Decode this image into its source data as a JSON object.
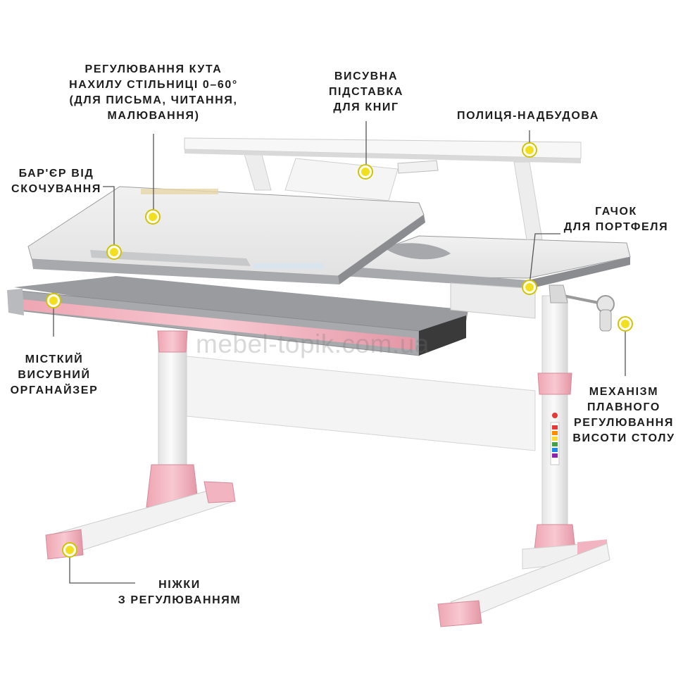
{
  "watermark": "mebel-topik.com.ua",
  "colors": {
    "pink": "#f4b6c2",
    "pink_dark": "#e89aa9",
    "gray": "#a8a9ac",
    "gray_dark": "#8b8c8f",
    "white": "#f3f3f3",
    "marker": "#f2e01e",
    "leader": "#555555"
  },
  "callouts": {
    "tilt": {
      "lines": [
        "РЕГУЛЮВАННЯ КУТА",
        "НАХИЛУ СТІЛЬНИЦІ 0–60°",
        "(ДЛЯ ПИСЬМА, ЧИТАННЯ,",
        "МАЛЮВАННЯ)"
      ]
    },
    "book_stand": {
      "lines": [
        "ВИСУВНА",
        "ПІДСТАВКА",
        "ДЛЯ КНИГ"
      ]
    },
    "shelf": {
      "lines": [
        "ПОЛИЦЯ-НАДБУДОВА"
      ]
    },
    "barrier": {
      "lines": [
        "БАР'ЄР ВІД",
        "СКОЧУВАННЯ"
      ]
    },
    "hook": {
      "lines": [
        "ГАЧОК",
        "ДЛЯ ПОРТФЕЛЯ"
      ]
    },
    "organizer": {
      "lines": [
        "МІСТКИЙ",
        "ВИСУВНИЙ",
        "ОРГАНАЙЗЕР"
      ]
    },
    "mechanism": {
      "lines": [
        "МЕХАНІЗМ",
        "ПЛАВНОГО",
        "РЕГУЛЮВАННЯ",
        "ВИСОТИ СТОЛУ"
      ]
    },
    "legs": {
      "lines": [
        "НІЖКИ",
        "З РЕГУЛЮВАННЯМ"
      ]
    }
  }
}
